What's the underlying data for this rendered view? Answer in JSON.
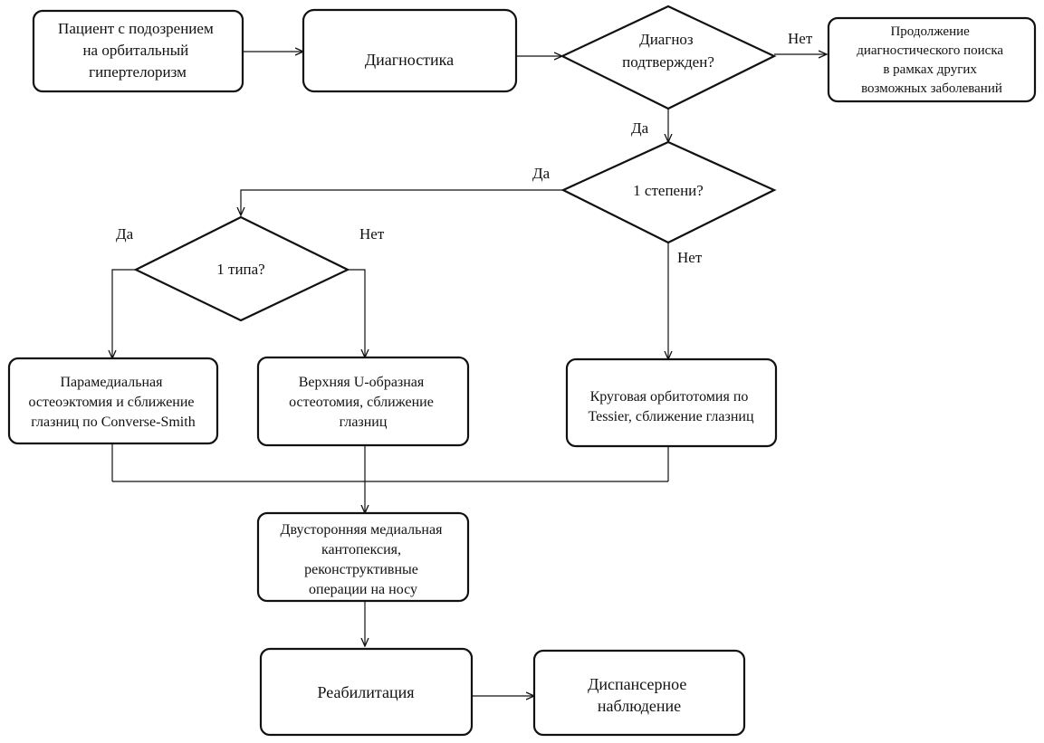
{
  "nodes": {
    "patient": {
      "lines": [
        "Пациент  с подозрением",
        "на орбитальный",
        "гипертелоризм"
      ]
    },
    "diagnostics": {
      "label": "Диагностика"
    },
    "diag_confirmed": {
      "lines": [
        "Диагноз",
        "подтвержден?"
      ]
    },
    "continue_search": {
      "lines": [
        "Продолжение",
        "диагностического  поиска",
        "в рамках других",
        "возможных заболеваний"
      ]
    },
    "degree1": {
      "label": "1 степени?"
    },
    "type1": {
      "label": "1 типа?"
    },
    "paramedial": {
      "lines": [
        "Парамедиальная",
        "остеоэктомия и сближение",
        "глазниц по Converse-Smith"
      ]
    },
    "upper_u": {
      "lines": [
        "Верхняя U-образная",
        "остеотомия, сближение",
        "глазниц"
      ]
    },
    "circular": {
      "lines": [
        "Круговая орбитотомия по",
        "Tessier, сближение глазниц"
      ]
    },
    "canthopexy": {
      "lines": [
        "Двусторонняя медиальная",
        "кантопексия,",
        "реконструктивные",
        "операции  на носу"
      ]
    },
    "rehab": {
      "label": "Реабилитация"
    },
    "dispensary": {
      "lines": [
        "Диспансерное",
        "наблюдение"
      ]
    }
  },
  "edge_labels": {
    "no_confirm": "Нет",
    "yes_confirm": "Да",
    "yes_degree": "Да",
    "no_degree": "Нет",
    "yes_type": "Да",
    "no_type": "Нет"
  },
  "colors": {
    "stroke": "#111111",
    "background": "#ffffff",
    "text": "#111111"
  }
}
